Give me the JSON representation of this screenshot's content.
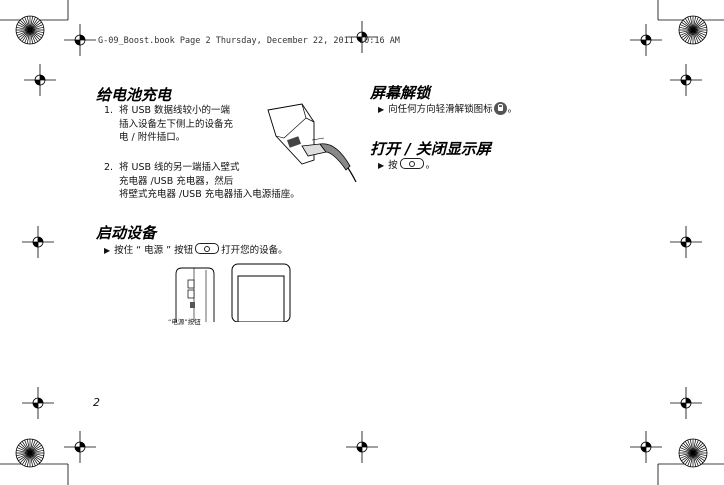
{
  "header": {
    "line": "G-09_Boost.book  Page 2  Thursday, December 22, 2011  10:16 AM"
  },
  "sections": {
    "charge": {
      "title": "给电池充电",
      "step1": {
        "num": "1.",
        "line1": "将 USB 数据线较小的一端",
        "line2": "插入设备左下侧上的设备充",
        "line3": "电 / 附件插口。"
      },
      "step2": {
        "num": "2.",
        "line1": "将 USB 线的另一端插入壁式",
        "line2": "充电器 /USB 充电器，然后",
        "line3": "将壁式充电器 /USB 充电器插入电源插座。"
      }
    },
    "start": {
      "title": "启动设备",
      "line_before": "按住 “ 电源 ” 按钮",
      "line_after": "打开您的设备。",
      "caption": "“电源”按钮"
    },
    "unlock": {
      "title": "屏幕解锁",
      "line_before": "向任何方向轻滑解锁图标",
      "line_after": "。"
    },
    "display": {
      "title": "打开 / 关闭显示屏",
      "line_before": "按",
      "line_after": "。"
    }
  },
  "page_number": "2",
  "icons": {
    "bullet": "▶",
    "lock": "lock-icon",
    "power_key": "power-key-icon"
  }
}
